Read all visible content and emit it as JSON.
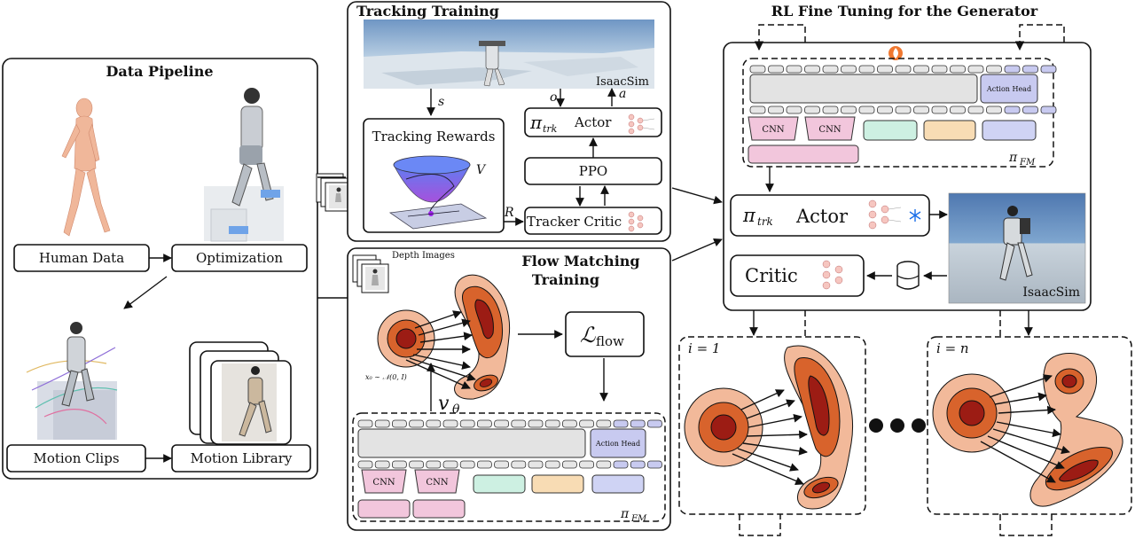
{
  "data_pipeline": {
    "title": "Data Pipeline",
    "human_data": "Human Data",
    "optimization": "Optimization",
    "motion_clips": "Motion Clips",
    "motion_library": "Motion Library"
  },
  "tracking_training": {
    "title": "Tracking Training",
    "sim_label": "IsaacSim",
    "tracking_rewards": "Tracking Rewards",
    "actor_symbol": "π",
    "actor_sub": "trk",
    "actor_label": "Actor",
    "ppo": "PPO",
    "critic": "Tracker Critic",
    "sig_s": "s",
    "sig_o": "o",
    "sig_a": "a",
    "sig_r": "R",
    "sig_v": "V"
  },
  "flow_matching": {
    "title_line1": "Flow Matching",
    "title_line2": "Training",
    "depth_images": "Depth Images",
    "loss_symbol": "ℒ",
    "loss_sub": "flow",
    "x0_label": "x₀ ∼ 𝒩(0, I)",
    "v_symbol": "v",
    "v_sub": "θ",
    "policy_symbol": "π",
    "policy_sub": "FM",
    "action_head": "Action Head",
    "cnn": "CNN"
  },
  "rl_finetuning": {
    "title": "RL Fine Tuning for the Generator",
    "action_head": "Action Head",
    "cnn": "CNN",
    "policy_symbol": "π",
    "policy_sub": "FM",
    "actor_symbol": "π",
    "actor_sub": "trk",
    "actor_label": "Actor",
    "critic": "Critic",
    "sim_label": "IsaacSim",
    "iter_first": "i = 1",
    "iter_last": "i = n"
  },
  "colors": {
    "cnn": "#f2c6dc",
    "token": "#e6e6e6",
    "action_token": "#c8caf0",
    "mint": "#cdf0e2",
    "peach": "#f8dcb4",
    "lavender": "#cfd3f4",
    "dist_outer": "#f2b99a",
    "dist_mid": "#d8632c",
    "dist_inner": "#9c1c14",
    "sky": "#7fa6cf",
    "flame": "#f07830",
    "snow": "#1a6ee8"
  },
  "icons": [
    "fire-icon",
    "snowflake-icon",
    "database-icon",
    "neural-net-icon",
    "robot-icon",
    "human-icon",
    "value-bowl-icon"
  ]
}
